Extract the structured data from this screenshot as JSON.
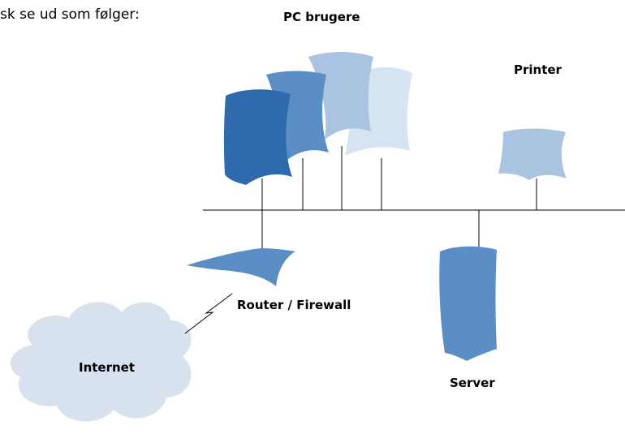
{
  "intro_text": "sk se ud som følger:",
  "labels": {
    "pc_users": "PC brugere",
    "printer": "Printer",
    "router": "Router / Firewall",
    "internet": "Internet",
    "server": "Server"
  },
  "colors": {
    "dark_blue": "#2f6aad",
    "mid_blue": "#5a8ec4",
    "light_blue": "#a9c3e0",
    "pale_blue": "#d6e3f1",
    "cloud": "#d8e2ee",
    "line": "#000000"
  }
}
